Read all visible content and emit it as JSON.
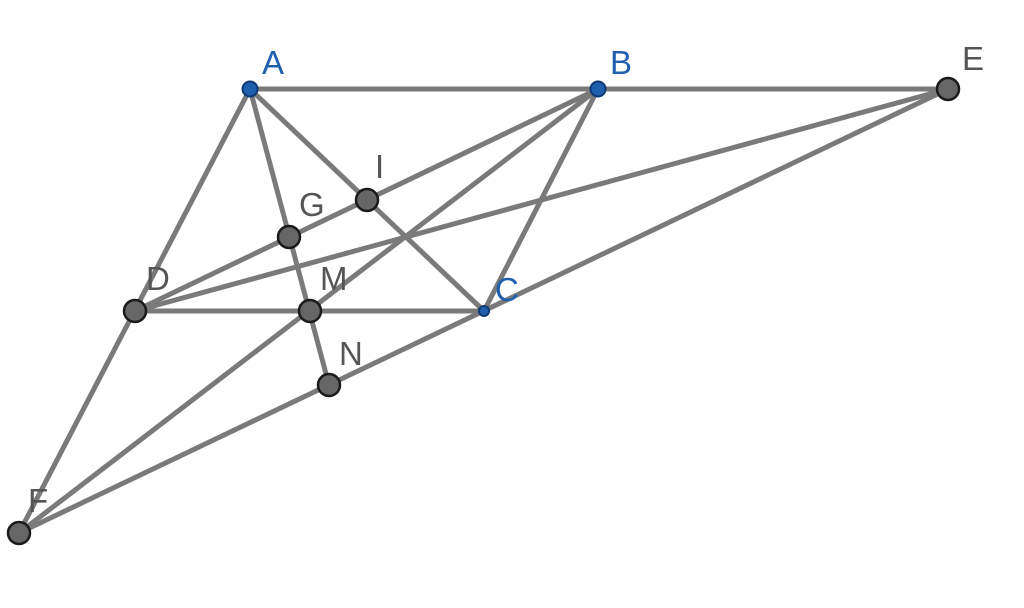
{
  "colors": {
    "free_point": "#1f5fae",
    "dependent_point": "#666666",
    "free_label": "#1f5fae",
    "dependent_label": "#555555",
    "segment": "#7a7a7a",
    "background": "#ffffff"
  },
  "points": {
    "A": {
      "label": "A",
      "kind": "free"
    },
    "B": {
      "label": "B",
      "kind": "free"
    },
    "E": {
      "label": "E",
      "kind": "dependent"
    },
    "I": {
      "label": "I",
      "kind": "dependent"
    },
    "G": {
      "label": "G",
      "kind": "dependent"
    },
    "D": {
      "label": "D",
      "kind": "dependent"
    },
    "M": {
      "label": "M",
      "kind": "dependent"
    },
    "C": {
      "label": "C",
      "kind": "free"
    },
    "N": {
      "label": "N",
      "kind": "dependent"
    },
    "F": {
      "label": "F",
      "kind": "dependent"
    }
  },
  "segments": [
    [
      "A",
      "E"
    ],
    [
      "A",
      "F"
    ],
    [
      "A",
      "N"
    ],
    [
      "A",
      "C"
    ],
    [
      "B",
      "C"
    ],
    [
      "B",
      "D"
    ],
    [
      "B",
      "F"
    ],
    [
      "E",
      "D"
    ],
    [
      "E",
      "F"
    ],
    [
      "D",
      "C"
    ]
  ]
}
